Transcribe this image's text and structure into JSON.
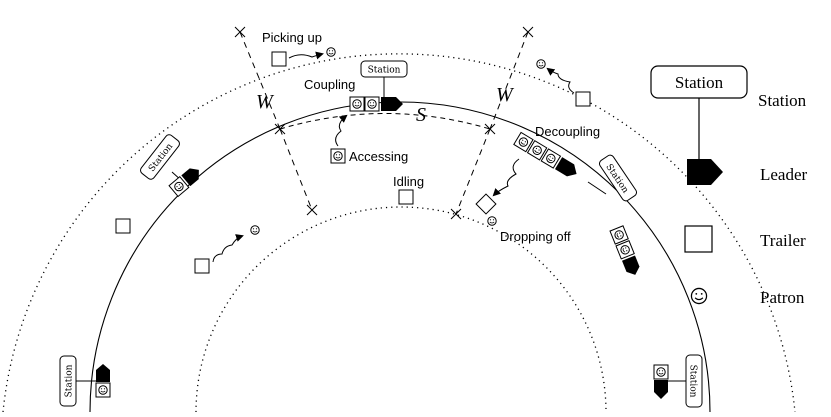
{
  "diagram": {
    "zone_label_s": "S",
    "zone_label_w": "W",
    "station_label": "Station",
    "activities": {
      "picking_up": "Picking up",
      "coupling": "Coupling",
      "accessing": "Accessing",
      "idling": "Idling",
      "decoupling": "Decoupling",
      "dropping_off": "Dropping off"
    }
  },
  "legend": {
    "station_box": "Station",
    "station": "Station",
    "leader": "Leader",
    "trailer": "Trailer",
    "patron": "Patron"
  }
}
